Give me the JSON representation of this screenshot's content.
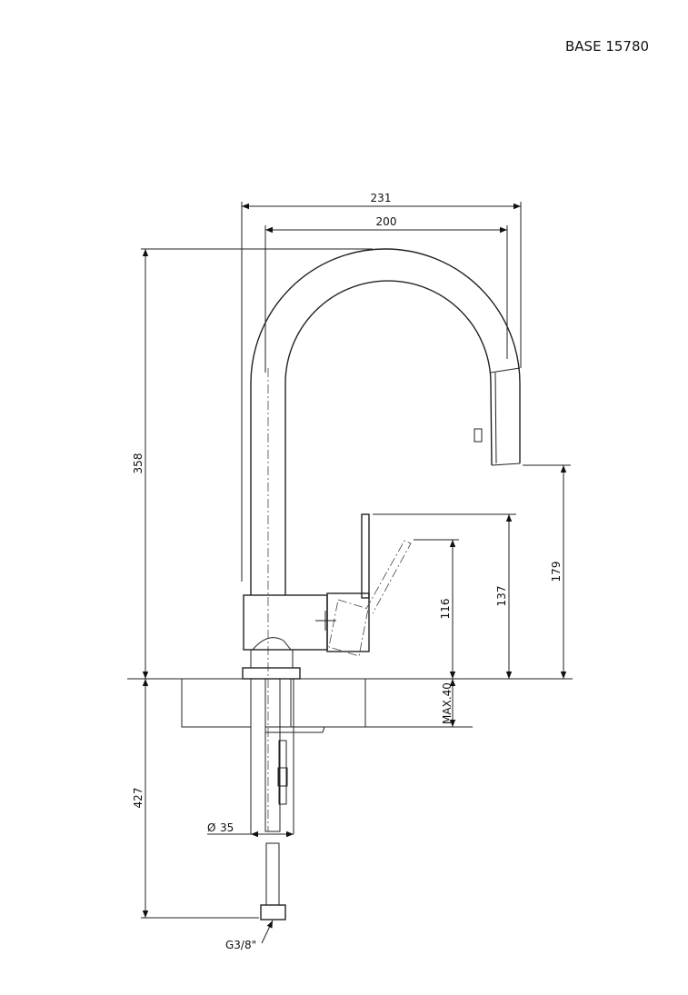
{
  "title": "BASE 15780",
  "dimensions": {
    "width_total": "231",
    "width_spout": "200",
    "height_total": "358",
    "spout_height": "179",
    "lever_height": "137",
    "body_height": "116",
    "max_counter": "MAX.40",
    "below_counter": "427",
    "diameter": "35",
    "diameter_symbol": "Ø",
    "connection": "G3/8\""
  }
}
